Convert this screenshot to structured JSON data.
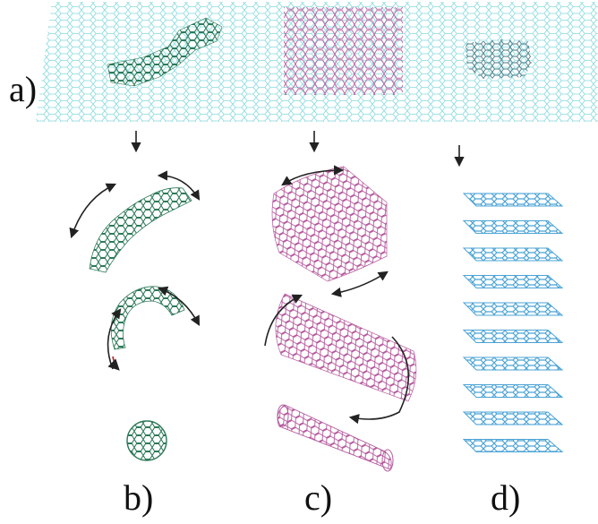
{
  "labels": {
    "a": "a)",
    "b": "b)",
    "c": "c)",
    "d": "d)"
  },
  "colors": {
    "graphene": "#7fd8dc",
    "fullerene": "#2f7a5a",
    "nanotube": "#b55a9e",
    "graphite": "#4ba3d6",
    "arrow": "#222222",
    "arrow_red": "#b03030"
  }
}
